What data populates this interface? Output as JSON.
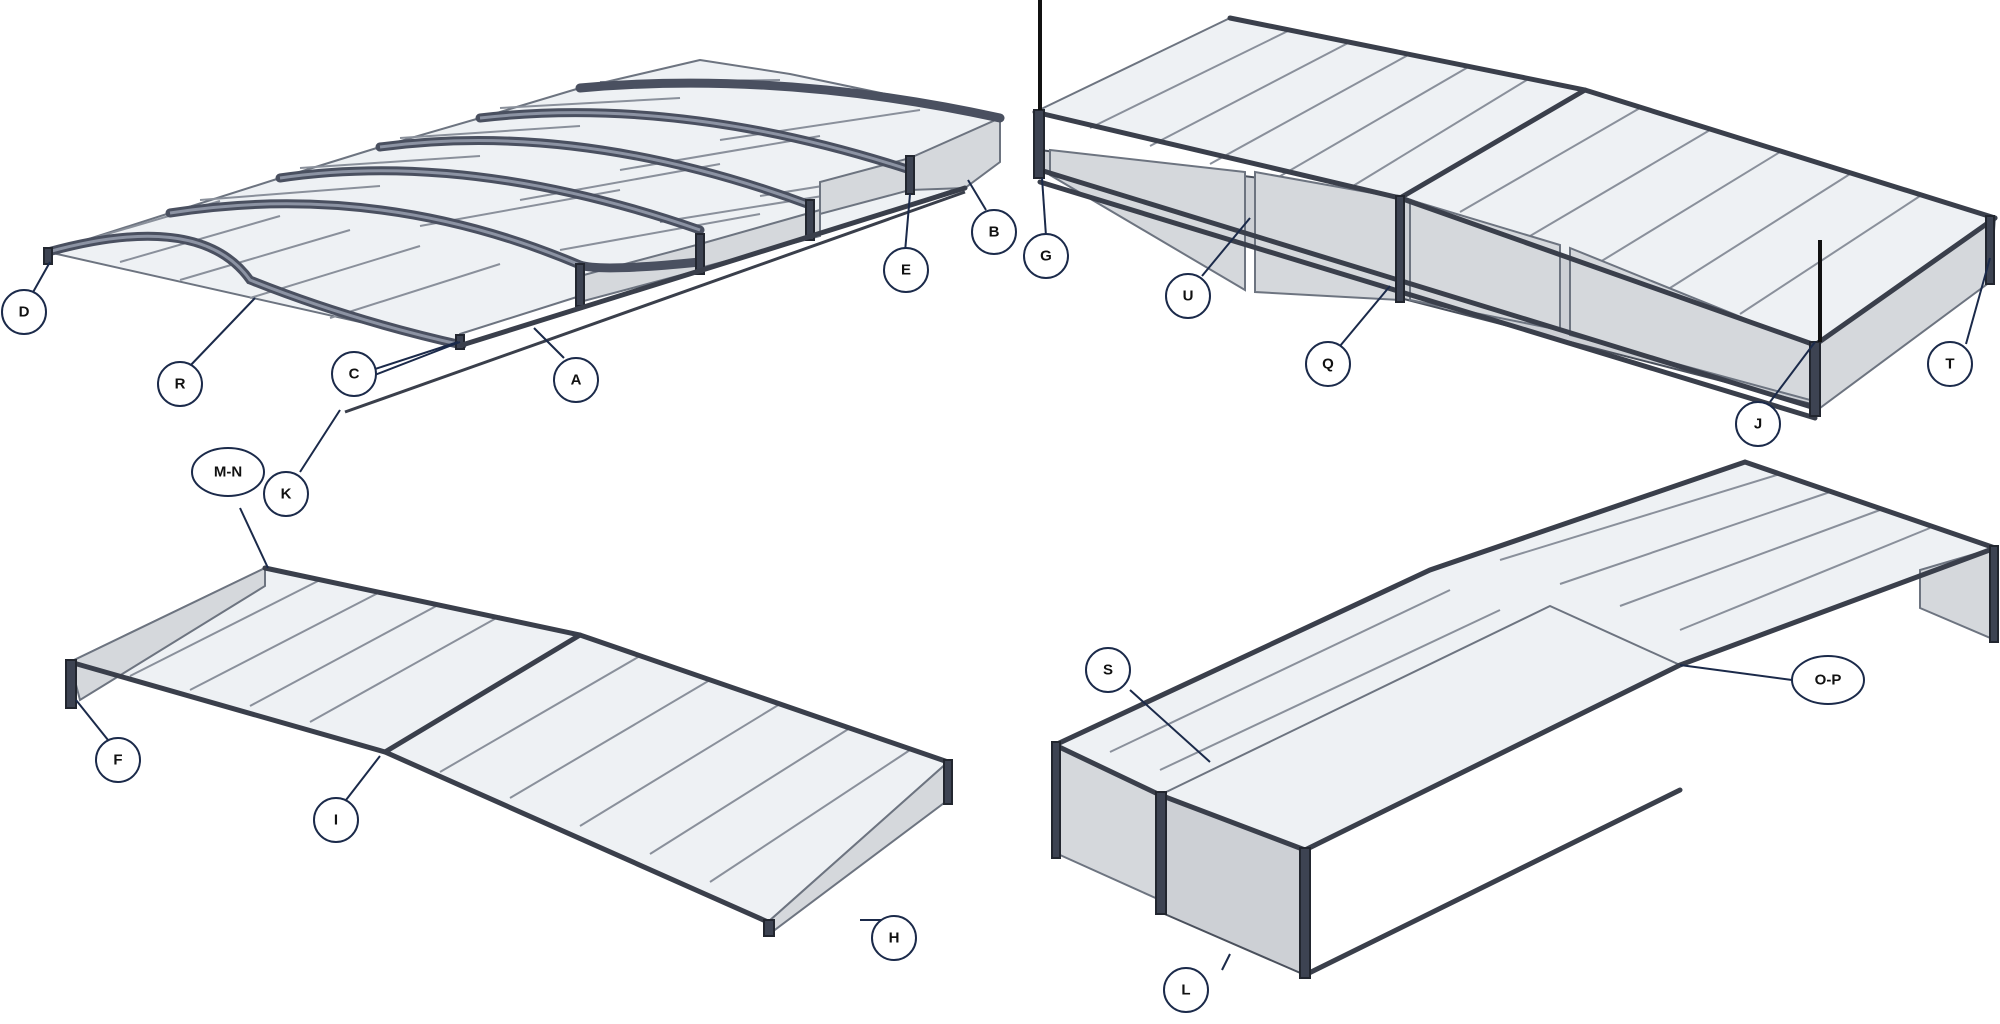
{
  "callouts": {
    "A": "A",
    "B": "B",
    "C": "C",
    "D": "D",
    "E": "E",
    "F": "F",
    "G": "G",
    "H": "H",
    "I": "I",
    "J": "J",
    "K": "K",
    "L": "L",
    "MN": "M-N",
    "OP": "O-P",
    "Q": "Q",
    "R": "R",
    "S": "S",
    "T": "T",
    "U": "U"
  },
  "colors": {
    "frame": "#5c6476",
    "glass": "#eef1f4",
    "panel": "#cdd0d5",
    "leader": "#1b2a4a"
  }
}
